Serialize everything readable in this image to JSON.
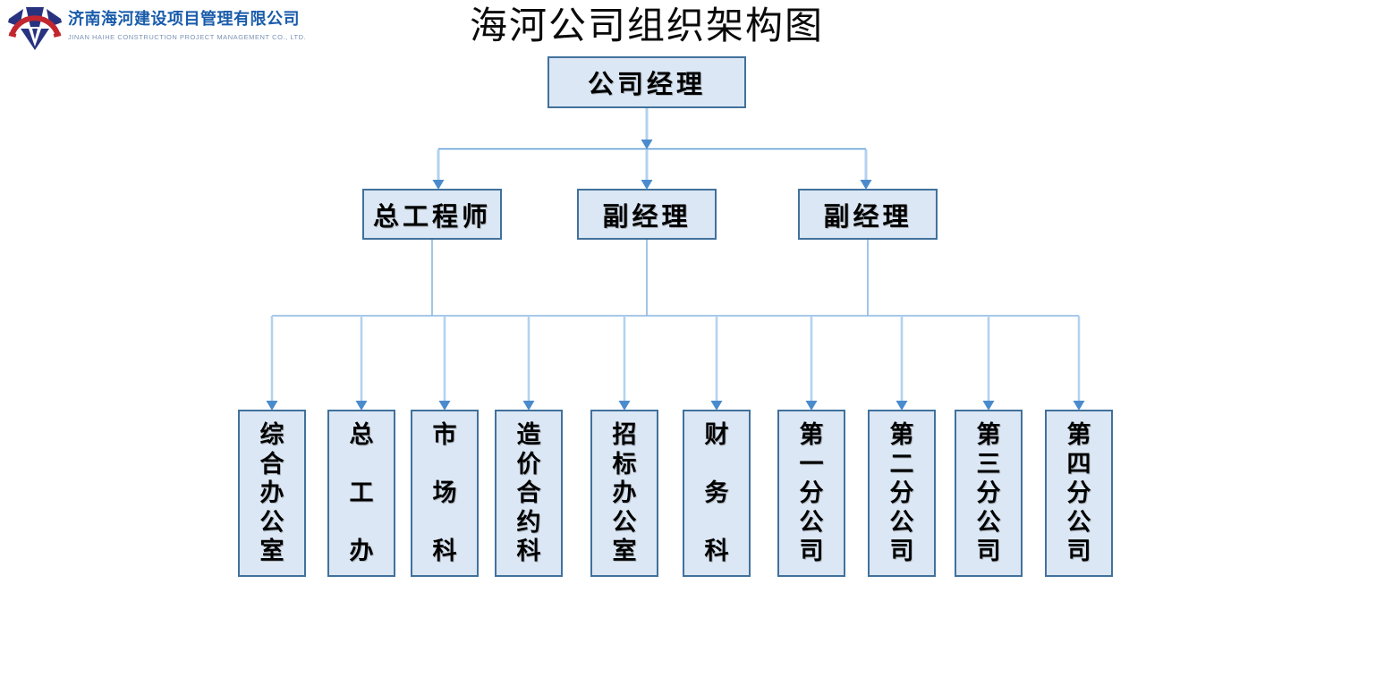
{
  "logo": {
    "icon": "diamond-bridge-logo",
    "company_name_zh": "济南海河建设项目管理有限公司",
    "company_name_en": "JINAN HAIHE CONSTRUCTION PROJECT MANAGEMENT CO., LTD.",
    "colors": {
      "navy": "#283380",
      "red": "#c2272f",
      "text_zh_blue": "#1a5cab",
      "text_en_blue": "#7b92b5"
    }
  },
  "title": "海河公司组织架构图",
  "org_chart": {
    "type": "org-tree",
    "root": {
      "label": "公司经理"
    },
    "level2": [
      {
        "label": "总工程师"
      },
      {
        "label": "副经理"
      },
      {
        "label": "副经理"
      }
    ],
    "level3": [
      {
        "label": "综合办公室"
      },
      {
        "label": "总工办"
      },
      {
        "label": "市场科"
      },
      {
        "label": "造价合约科"
      },
      {
        "label": "招标办公室"
      },
      {
        "label": "财务科"
      },
      {
        "label": "第一分公司"
      },
      {
        "label": "第二分公司"
      },
      {
        "label": "第三分公司"
      },
      {
        "label": "第四分公司"
      }
    ],
    "colors": {
      "box_fill": "#dbe7f4",
      "box_border": "#41719c",
      "line_light": "#b3d2ee",
      "line_mid": "#5b9bd5",
      "arrow": "#4a8bce"
    }
  }
}
